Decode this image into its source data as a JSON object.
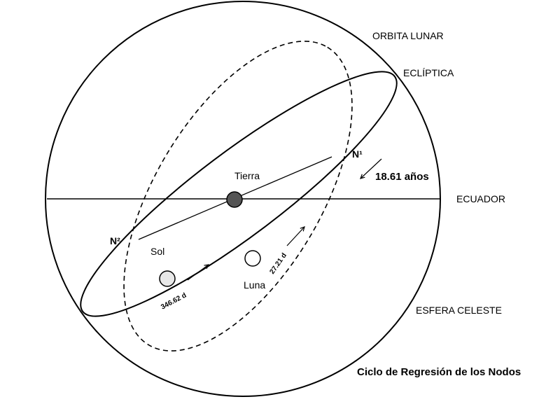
{
  "labels": {
    "orbita_lunar": "ORBITA LUNAR",
    "ecliptica": "ECLÍPTICA",
    "ecuador": "ECUADOR",
    "esfera_celeste": "ESFERA CELESTE",
    "tierra": "Tierra",
    "sol": "Sol",
    "luna": "Luna",
    "node_1": "N¹",
    "node_2": "N²",
    "period_nodes": "18.61 años",
    "period_sun": "346.62 d",
    "period_moon": "27.21 d"
  },
  "caption": "Ciclo de Regresión de los Nodos",
  "colors": {
    "line": "#000000",
    "earth_fill": "#555555",
    "sun_fill": "#e8e8e8",
    "moon_fill": "#ffffff"
  }
}
